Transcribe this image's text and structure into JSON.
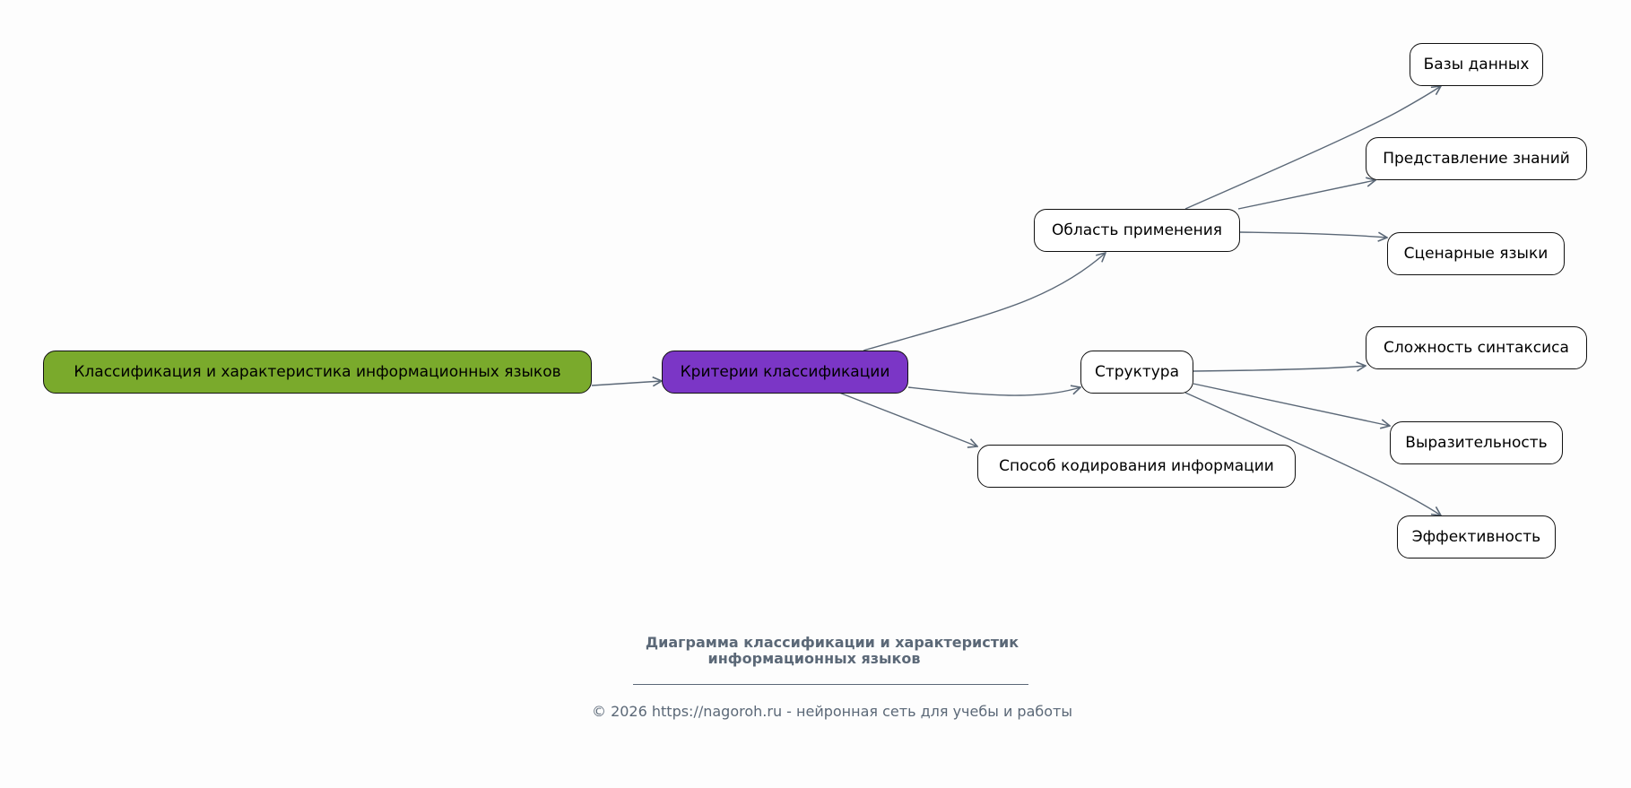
{
  "nodes": {
    "root": "Классификация и характеристика информационных языков",
    "criteria": "Критерии классификации",
    "scope": "Область применения",
    "structure": "Структура",
    "encoding": "Способ кодирования информации",
    "databases": "Базы данных",
    "knowledge": "Представление знаний",
    "scripting": "Сценарные языки",
    "syntax": "Сложность синтаксиса",
    "expressiveness": "Выразительность",
    "efficiency": "Эффективность"
  },
  "caption": {
    "title_line1": "Диаграмма классификации и характеристик",
    "title_line2": "информационных языков",
    "footer": "© 2026 https://nagoroh.ru - нейронная сеть для учебы и работы"
  },
  "colors": {
    "root": "#7aaa2c",
    "criteria": "#7b36c6",
    "edge": "#5b6877"
  }
}
